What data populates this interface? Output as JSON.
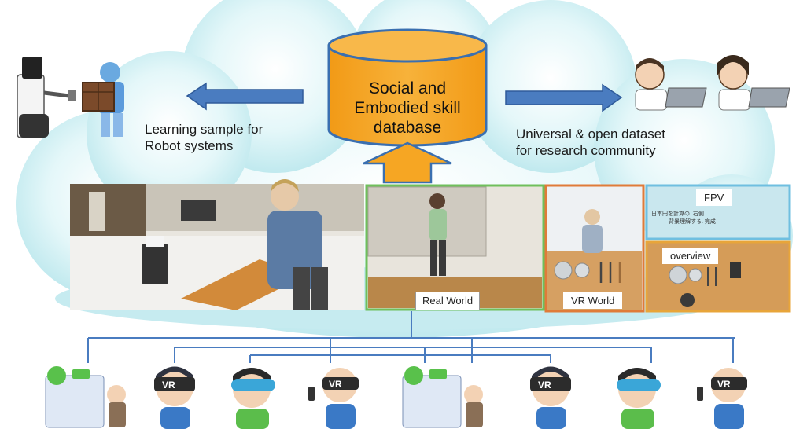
{
  "center": {
    "database_label_lines": [
      "Social and",
      "Embodied skill",
      "database"
    ]
  },
  "left": {
    "caption_lines": [
      "Learning sample for",
      "Robot systems"
    ]
  },
  "right": {
    "caption_lines": [
      "Universal & open dataset",
      "for research community"
    ]
  },
  "panels": {
    "real_world": "Real World",
    "vr_world": "VR World",
    "fpv": "FPV",
    "overview": "overview",
    "fpv_screen_text": [
      "日本円を計算の. 右側.",
      "背景理解する. 完成"
    ]
  },
  "icons": {
    "headset_badge": "VR"
  },
  "colors": {
    "cloud": "#cdeef2",
    "cloud_edge": "#aee0e8",
    "database_fill": "#f5a623",
    "database_edge": "#3a6fb0",
    "arrow_blue": "#4a7cc0",
    "arrow_orange": "#f6a623",
    "tree_line": "#4a7cc0",
    "real_world_border": "#6fbf5c",
    "vr_world_border": "#e07b39",
    "fpv_border": "#6fbfe0",
    "overview_border": "#e8a53a"
  }
}
